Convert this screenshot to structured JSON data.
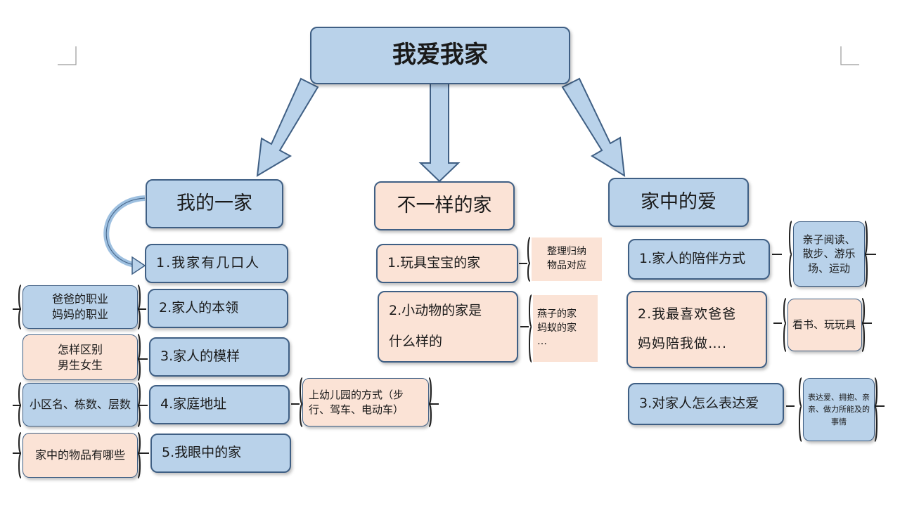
{
  "root": {
    "title": "我爱我家"
  },
  "branches": [
    {
      "title": "我的一家",
      "items": [
        {
          "label": "1.我家有几口人"
        },
        {
          "label": "2.家人的本领",
          "note": "爸爸的职业\n妈妈的职业"
        },
        {
          "label": "3.家人的模样",
          "note": "怎样区别\n男生女生"
        },
        {
          "label": "4.家庭地址",
          "note": "小区名、栋数、层数",
          "note2": "上幼儿园的方式（步行、驾车、电动车）"
        },
        {
          "label": "5.我眼中的家",
          "note": "家中的物品有哪些"
        }
      ]
    },
    {
      "title": "不一样的家",
      "items": [
        {
          "label": "1.玩具宝宝的家",
          "note": "整理归纳\n物品对应"
        },
        {
          "label": "2.小动物的家是\n什么样的",
          "note": "燕子的家\n蚂蚁的家\n…"
        }
      ]
    },
    {
      "title": "家中的爱",
      "items": [
        {
          "label": "1.家人的陪伴方式",
          "note": "亲子阅读、散步、游乐场、运动"
        },
        {
          "label": "2.我最喜欢爸爸\n妈妈陪我做….",
          "note": "看书、玩玩具"
        },
        {
          "label": "3.对家人怎么表达爱",
          "note": "表达爱、拥抱、亲亲、做力所能及的事情"
        }
      ]
    }
  ],
  "colors": {
    "blue_fill": "#b9d2ea",
    "peach_fill": "#fbe3d6",
    "border": "#3f5f84",
    "bracket": "#222222"
  }
}
